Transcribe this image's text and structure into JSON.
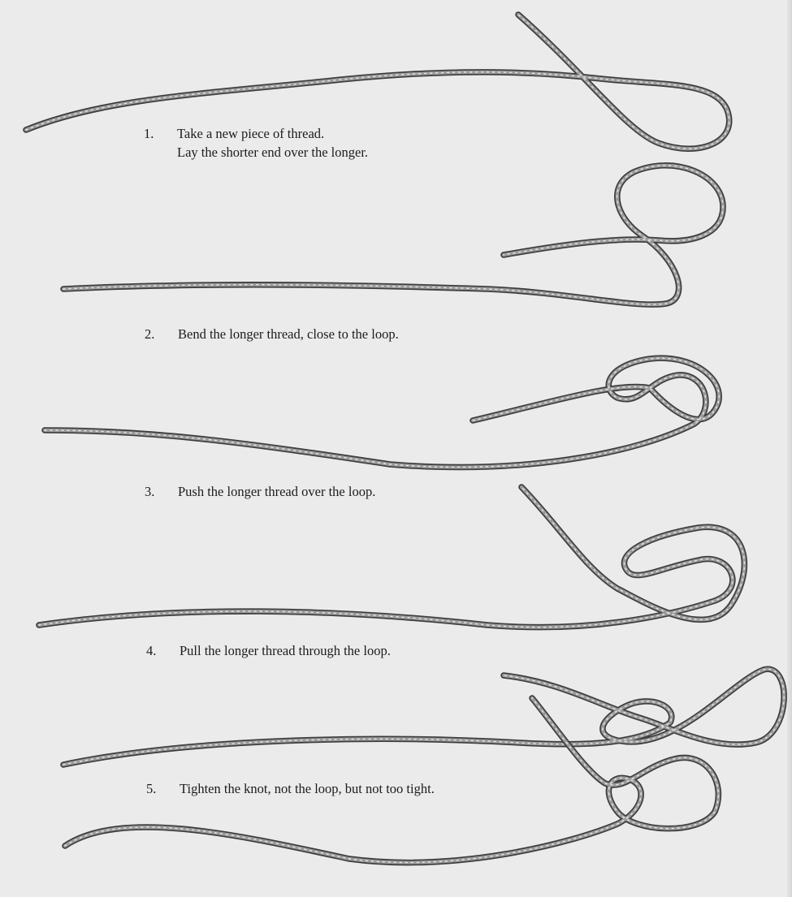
{
  "steps": [
    {
      "number": "1.",
      "lines": [
        "Take a new piece of thread.",
        "Lay the shorter end over the longer."
      ]
    },
    {
      "number": "2.",
      "lines": [
        "Bend the longer thread, close to the loop."
      ]
    },
    {
      "number": "3.",
      "lines": [
        "Push the longer thread over the loop."
      ]
    },
    {
      "number": "4.",
      "lines": [
        "Pull the longer thread through the loop."
      ]
    },
    {
      "number": "5.",
      "lines": [
        "Tighten the knot, not the loop, but not too tight."
      ]
    }
  ],
  "colors": {
    "paper": "#ebebeb",
    "ink": "#1c1c1c",
    "thread_outline": "#3c3c3c",
    "thread_fill": "#9a9a9a"
  }
}
